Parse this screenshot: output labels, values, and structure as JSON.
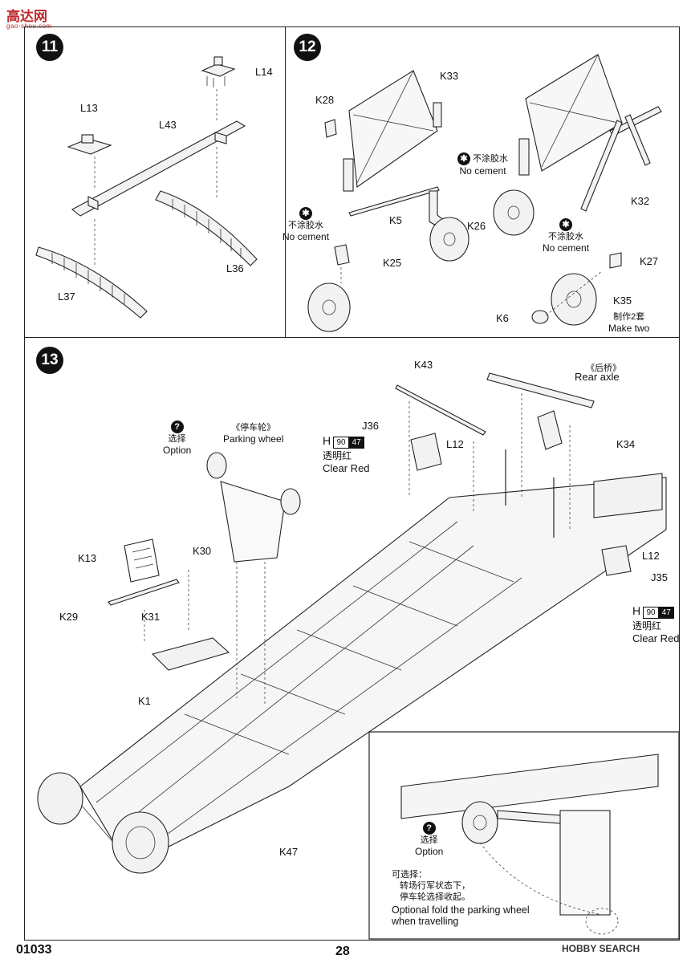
{
  "header": {
    "logo_text": "高达网",
    "logo_sub": "gao-shou.com"
  },
  "step11": {
    "number": "11",
    "labels": {
      "l14": "L14",
      "l13": "L13",
      "l43": "L43",
      "l36": "L36",
      "l37": "L37"
    }
  },
  "step12": {
    "number": "12",
    "labels": {
      "k33": "K33",
      "k28": "K28",
      "k5": "K5",
      "k26": "K26",
      "k25": "K25",
      "k32": "K32",
      "k27": "K27",
      "k35": "K35",
      "k6": "K6"
    },
    "no_cement_cn": "不涂胶水",
    "no_cement_en": "No cement",
    "make_two_cn": "制作2套",
    "make_two_en": "Make two"
  },
  "step13": {
    "number": "13",
    "labels": {
      "k43": "K43",
      "rear_axle_cn": "《后桥》",
      "rear_axle_en": "Rear axle",
      "j36": "J36",
      "l12a": "L12",
      "k34": "K34",
      "k13": "K13",
      "k30": "K30",
      "k29": "K29",
      "k31": "K31",
      "k1": "K1",
      "l12b": "L12",
      "j35": "J35",
      "k47": "K47"
    },
    "option_cn": "选择",
    "option_en": "Option",
    "parking_cn": "《停车轮》",
    "parking_en": "Parking wheel",
    "paint_h": "H",
    "paint_90": "90",
    "paint_47": "47",
    "clear_red_cn": "透明红",
    "clear_red_en": "Clear Red",
    "inset_option_cn": "选择",
    "inset_option_en": "Option",
    "inset_note_cn1": "可选择：",
    "inset_note_cn2": "转场行军状态下，",
    "inset_note_cn3": "停车轮选择收起。",
    "inset_note_en1": "Optional fold the parking wheel",
    "inset_note_en2": "when travelling"
  },
  "footer": {
    "code": "01033",
    "page": "28",
    "watermark": "HOBBY SEARCH"
  }
}
